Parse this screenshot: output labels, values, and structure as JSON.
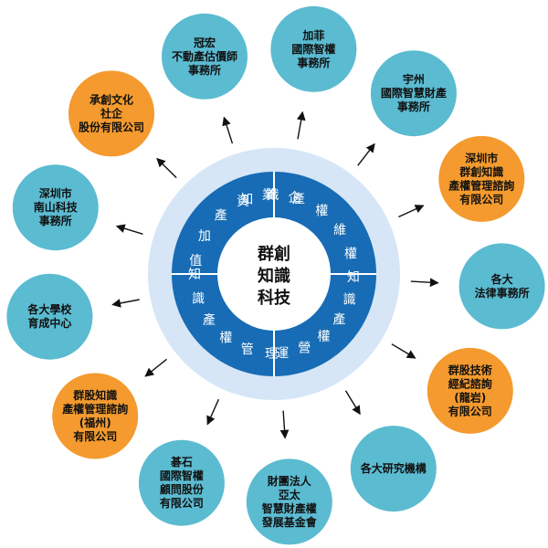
{
  "center": {
    "lines": [
      "群創",
      "知識",
      "科技"
    ]
  },
  "colors": {
    "outer_ring": "#d6e6f6",
    "ring": "#176cb5",
    "ring_divider": "#ffffff",
    "node_blue": "#5bbbd1",
    "node_orange": "#f49a2e",
    "arrow": "#111111"
  },
  "ring_segments": [
    {
      "chars": [
        "企",
        "業",
        "資",
        "產",
        "加",
        "值"
      ]
    },
    {
      "chars": [
        "知",
        "識",
        "產",
        "權",
        "維",
        "權"
      ]
    },
    {
      "chars": [
        "知",
        "識",
        "產",
        "權",
        "管",
        "理"
      ]
    },
    {
      "chars": [
        "知",
        "識",
        "產",
        "權",
        "營",
        "運"
      ]
    }
  ],
  "nodes": [
    {
      "id": "jiafei",
      "color": "blue",
      "lines": [
        "加菲",
        "國際智權",
        "事務所"
      ]
    },
    {
      "id": "yuzhou",
      "color": "blue",
      "lines": [
        "宇州",
        "國際智慧財產",
        "事務所"
      ]
    },
    {
      "id": "shenzhen-qc",
      "color": "orange",
      "lines": [
        "深圳市",
        "群創知識",
        "產權管理諮詢",
        "有限公司"
      ]
    },
    {
      "id": "geda-law",
      "color": "blue",
      "lines": [
        "各大",
        "法律事務所"
      ]
    },
    {
      "id": "qungu",
      "color": "orange",
      "lines": [
        "群股技術",
        "經紀諮詢",
        "(龍岩)",
        "有限公司"
      ]
    },
    {
      "id": "research",
      "color": "blue",
      "lines": [
        "各大研究機構"
      ]
    },
    {
      "id": "asia-fund",
      "color": "blue",
      "lines": [
        "財團法人",
        "亞太",
        "智慧財產權",
        "發展基金會"
      ]
    },
    {
      "id": "jishi",
      "color": "blue",
      "lines": [
        "碁石",
        "國際智權",
        "顧問股份",
        "有限公司"
      ]
    },
    {
      "id": "fuzhou",
      "color": "orange",
      "lines": [
        "群股知識",
        "產權管理諮詢",
        "(福州)",
        "有限公司"
      ]
    },
    {
      "id": "school",
      "color": "blue",
      "lines": [
        "各大學校",
        "育成中心"
      ]
    },
    {
      "id": "nanshan",
      "color": "blue",
      "lines": [
        "深圳市",
        "南山科技",
        "事務所"
      ]
    },
    {
      "id": "chengchuang",
      "color": "orange",
      "lines": [
        "承創文化",
        "社企",
        "股份有限公司"
      ]
    },
    {
      "id": "guanhong",
      "color": "blue",
      "lines": [
        "冠宏",
        "不動產估價師",
        "事務所"
      ]
    }
  ]
}
